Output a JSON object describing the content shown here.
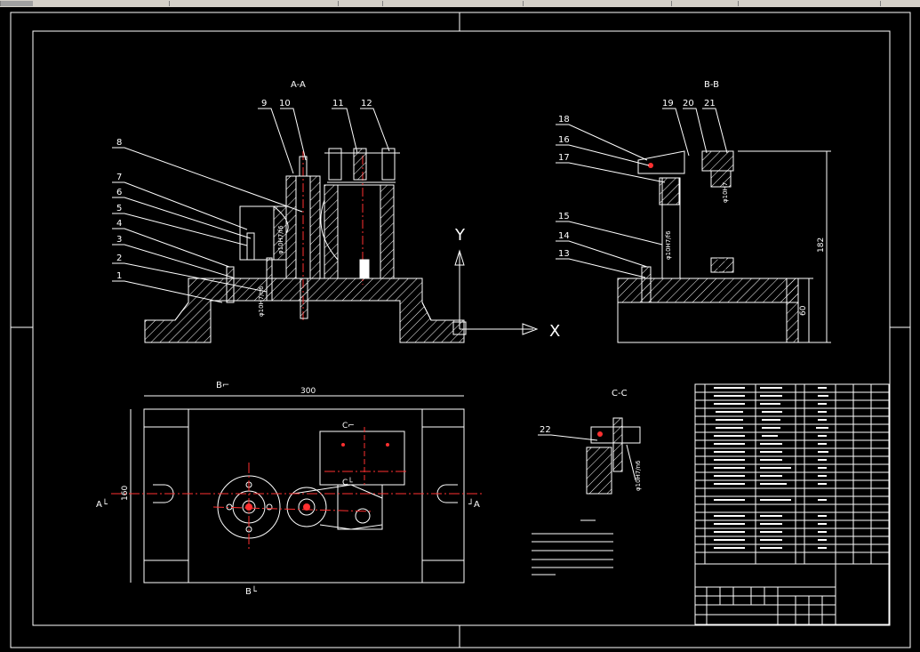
{
  "views": {
    "aa": "A-A",
    "bb": "B-B",
    "cc": "C-C",
    "b_top": "B⌐",
    "b_bottom": "B└",
    "a_left": "A└",
    "a_right": "┘A",
    "c_top": "C⌐",
    "c_bottom": "C└"
  },
  "axes": {
    "y": "Y",
    "x": "X"
  },
  "part_numbers": {
    "p1": "1",
    "p2": "2",
    "p3": "3",
    "p4": "4",
    "p5": "5",
    "p6": "6",
    "p7": "7",
    "p8": "8",
    "p9": "9",
    "p10": "10",
    "p11": "11",
    "p12": "12",
    "p13": "13",
    "p14": "14",
    "p15": "15",
    "p16": "16",
    "p17": "17",
    "p18": "18",
    "p19": "19",
    "p20": "20",
    "p21": "21",
    "p22": "22"
  },
  "dimensions": {
    "width_300": "300",
    "height_160": "160",
    "height_182": "182",
    "height_60": "60"
  },
  "fits": {
    "fit_a": "φ10H7/f6",
    "fit_b": "φ10H7/n6",
    "fit_c": "φ10H7/f6",
    "fit_d": "φ10H7",
    "fit_e": "φ10H7/n6"
  },
  "colors": {
    "background": "#000000",
    "line": "#ffffff",
    "centerline": "#ff3030",
    "window_bar": "#d4d0c8"
  }
}
